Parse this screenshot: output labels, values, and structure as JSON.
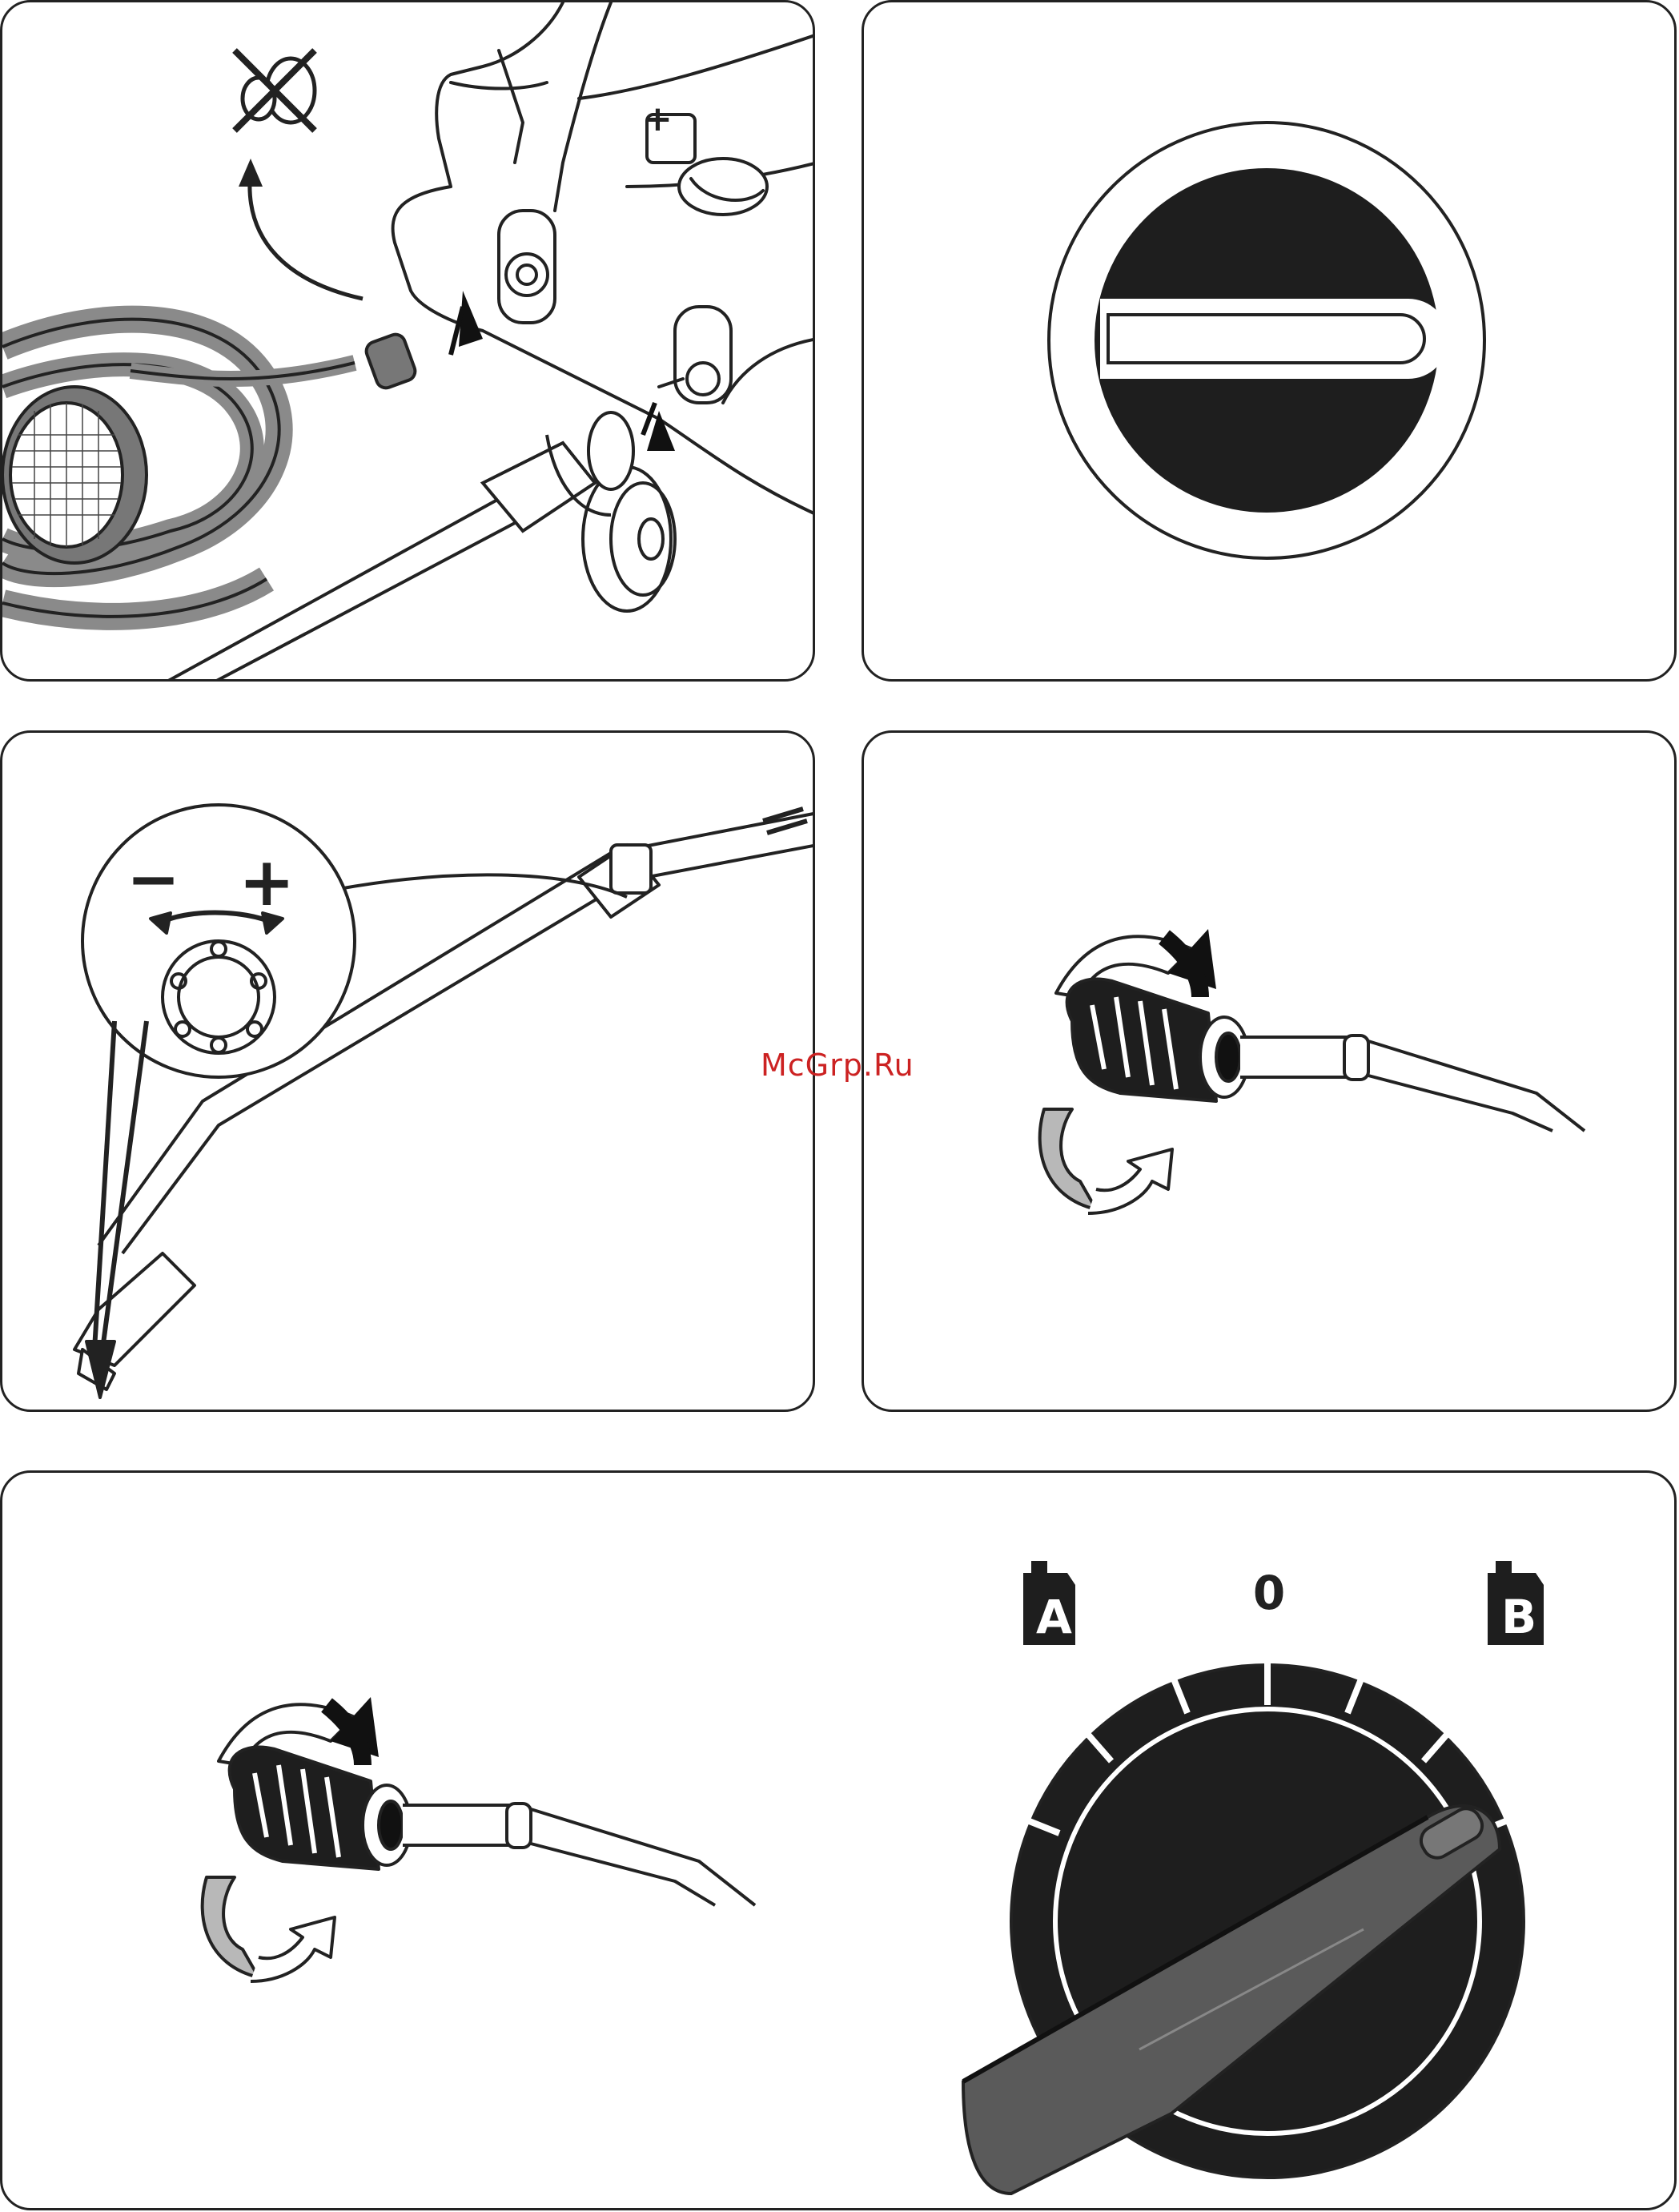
{
  "watermark": {
    "text": "McGrp.Ru",
    "color": "#cc2222"
  },
  "panel3": {
    "minus_label": "−",
    "plus_label": "+"
  },
  "panel5": {
    "label_a": "A",
    "label_zero": "0",
    "label_b": "B"
  },
  "colors": {
    "stroke": "#222222",
    "dark_fill": "#1e1e1e",
    "hose_gray": "#8a8a8a",
    "handle_gray": "#5a5a5a",
    "arrow_gray": "#b8b8b8"
  },
  "icons": [
    "cross-out-icon",
    "curved-arrow-icon",
    "double-arrow-icon",
    "rotate-arrow-icon",
    "canister-icon"
  ]
}
